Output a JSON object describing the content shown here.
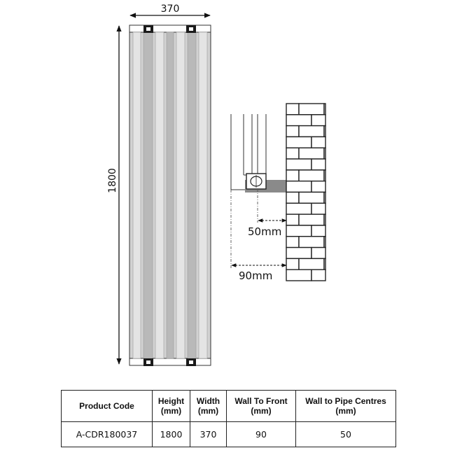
{
  "dimensions": {
    "width_label": "370",
    "height_label": "1800",
    "wall_to_pipe_label": "50mm",
    "wall_to_front_label": "90mm"
  },
  "table": {
    "headers": [
      "Product Code",
      "Height\n(mm)",
      "Width\n(mm)",
      "Wall To Front\n(mm)",
      "Wall to Pipe Centres\n(mm)"
    ],
    "rows": [
      [
        "A-CDR180037",
        "1800",
        "370",
        "90",
        "50"
      ]
    ]
  },
  "colors": {
    "radiator_fill": "#cfcfcf",
    "column_light": "#e4e4e4",
    "column_dark": "#b9b9b9",
    "outline": "#333333",
    "bracket": "#1a1a1a",
    "wall_bracket": "#8a8a8a",
    "dim_line": "#111111"
  }
}
